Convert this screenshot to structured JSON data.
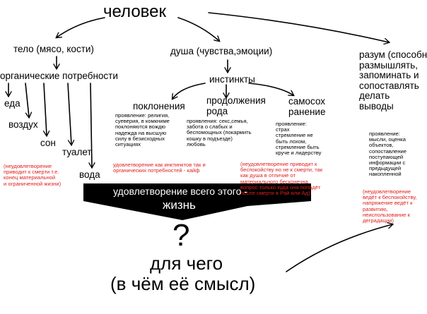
{
  "nodes": {
    "human": "человек",
    "body": "тело (мясо, кости)",
    "soul": "душа (чувства,эмоции)",
    "mind": "разум (способность\nразмышлять,\nзапоминать и\nсопоставлять\nделать\nвыводы",
    "organic_needs": "органические потребности",
    "food": "еда",
    "air": "воздух",
    "sleep": "сон",
    "toilet": "туалет",
    "water": "вода",
    "instincts": "инстинкты",
    "worship": "поклонения",
    "reproduction": "продолжения\nрода",
    "self_preservation": "самосох\nранение"
  },
  "descriptions": {
    "worship": "проявление: религия,\nсуеверия, в комкниме\nпоклоняются вождю\nнадежда на высшую\nсилу в безисходных\nситуациях",
    "reproduction": "проявления: секс,семья,\nзабота о слабых и\nбеспомощных (покармить\nкошку в подъезде)\nлюбовь",
    "self_preservation": "проявление:\nстрах\nстремление не\nбыть лохом,\nстремление быть\nкруче и лидерству",
    "mind": "проявление:\nмысли, оценка\nобъектов,\nсопоставление\nпоступающей\nинформации с\nпредыдущей\nнакопленной"
  },
  "notes": {
    "body": "(неудовлетворение\nприводит к смерти т.е.\nконец материальной\nи ограниченной жизни)",
    "instincts_satisfaction": "удовлетворение как инктинктов так и\nорганических потребностей - кайф",
    "soul": "(неудовлетворение приводит к\nбеспокойству но не к смерти, так\nкак душа в отличие от\nматериального бесконечна,\nвопрос только куда она попадёт\nпосле смерти в Рай или Ад)",
    "mind": "(неудовлетворение\nведёт к беспокойству,\nнапряжение ведёт к\nразвитию,\nнеиспользование к\nдеградации)"
  },
  "funnel": {
    "line1": "удовлетворение всего этого -",
    "line2": "жизнь"
  },
  "question": {
    "mark": "?",
    "line1": "для чего",
    "line2": "(в чём её смысл)"
  },
  "colors": {
    "ink": "#000000",
    "note_red": "#e0201e",
    "background": "#ffffff"
  }
}
